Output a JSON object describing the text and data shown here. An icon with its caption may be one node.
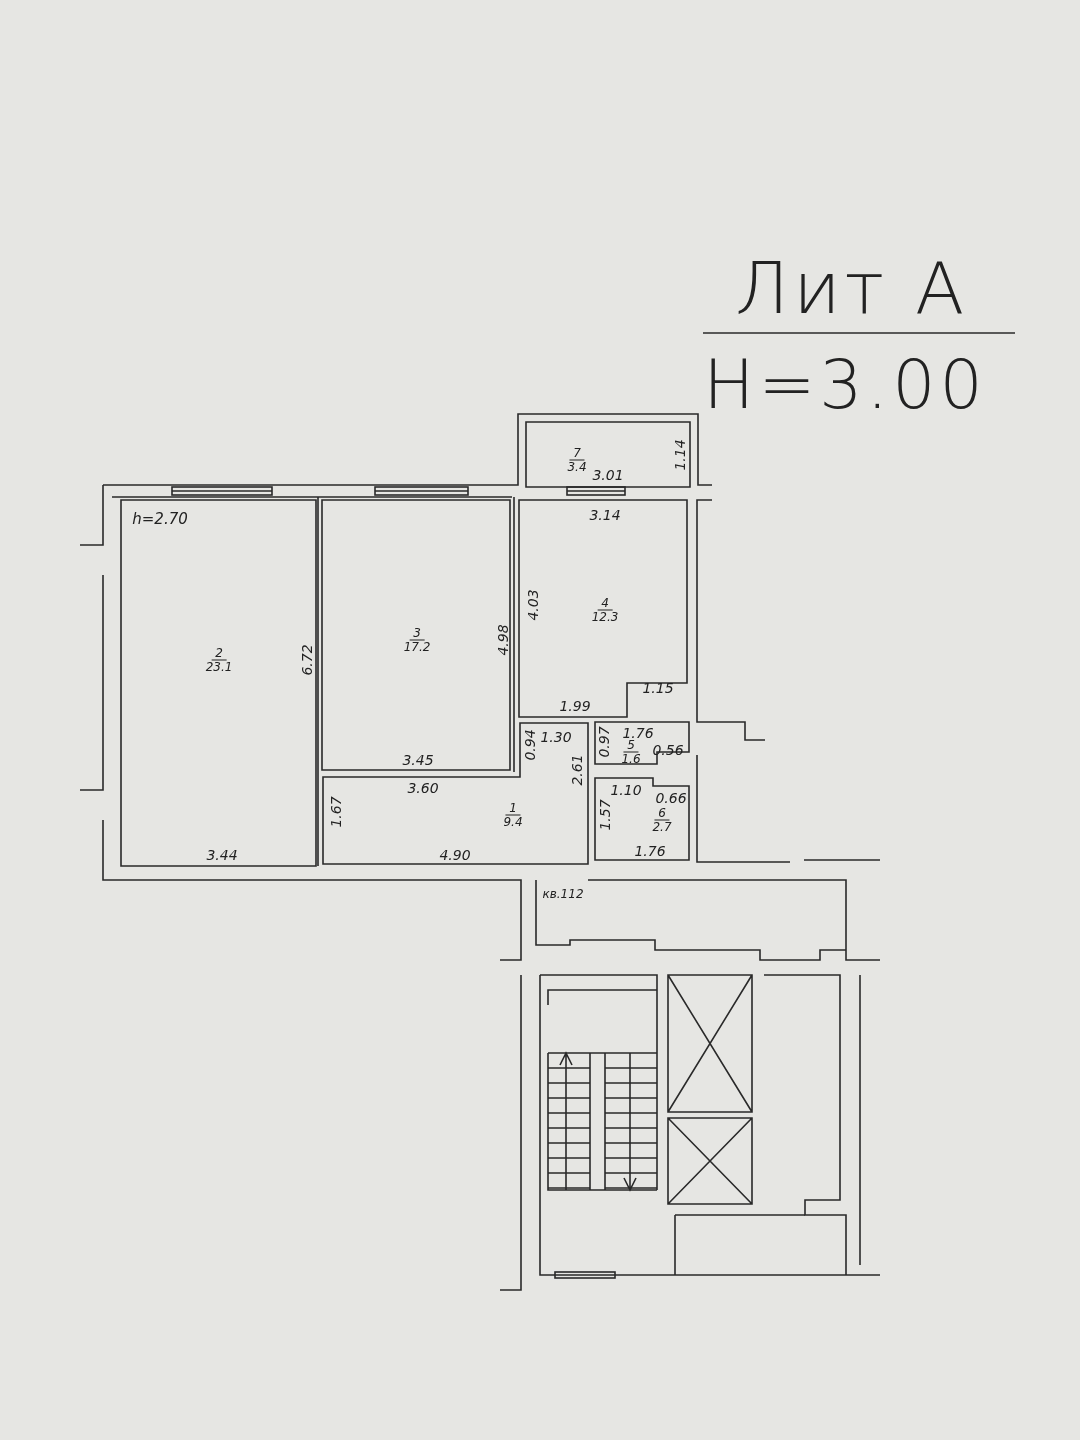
{
  "diagram": {
    "title": "Лит А",
    "nodes": [
      {
        "text": [
          "1",
          "9.4"
        ]
      },
      {
        "text": [
          "2",
          "23.1"
        ]
      },
      {
        "text": [
          "3",
          "17.2"
        ]
      },
      {
        "text": [
          "4",
          "12.3"
        ]
      },
      {
        "text": [
          "5",
          "1.6"
        ]
      },
      {
        "text": [
          "6",
          "2.7"
        ]
      },
      {
        "text": [
          "7",
          "3.4"
        ]
      }
    ],
    "labels": [
      "H=3.00",
      "h=2.70",
      "3.01",
      "1.14",
      "3.14",
      "4.98",
      "4.03",
      "6.72",
      "1.99",
      "1.15",
      "0.94",
      "1.30",
      "1.76",
      "0.97",
      "0.56",
      "3.45",
      "3.60",
      "2.61",
      "1.10",
      "0.66",
      "1.67",
      "1.57",
      "3.44",
      "4.90",
      "1.76",
      "кв.112"
    ]
  }
}
